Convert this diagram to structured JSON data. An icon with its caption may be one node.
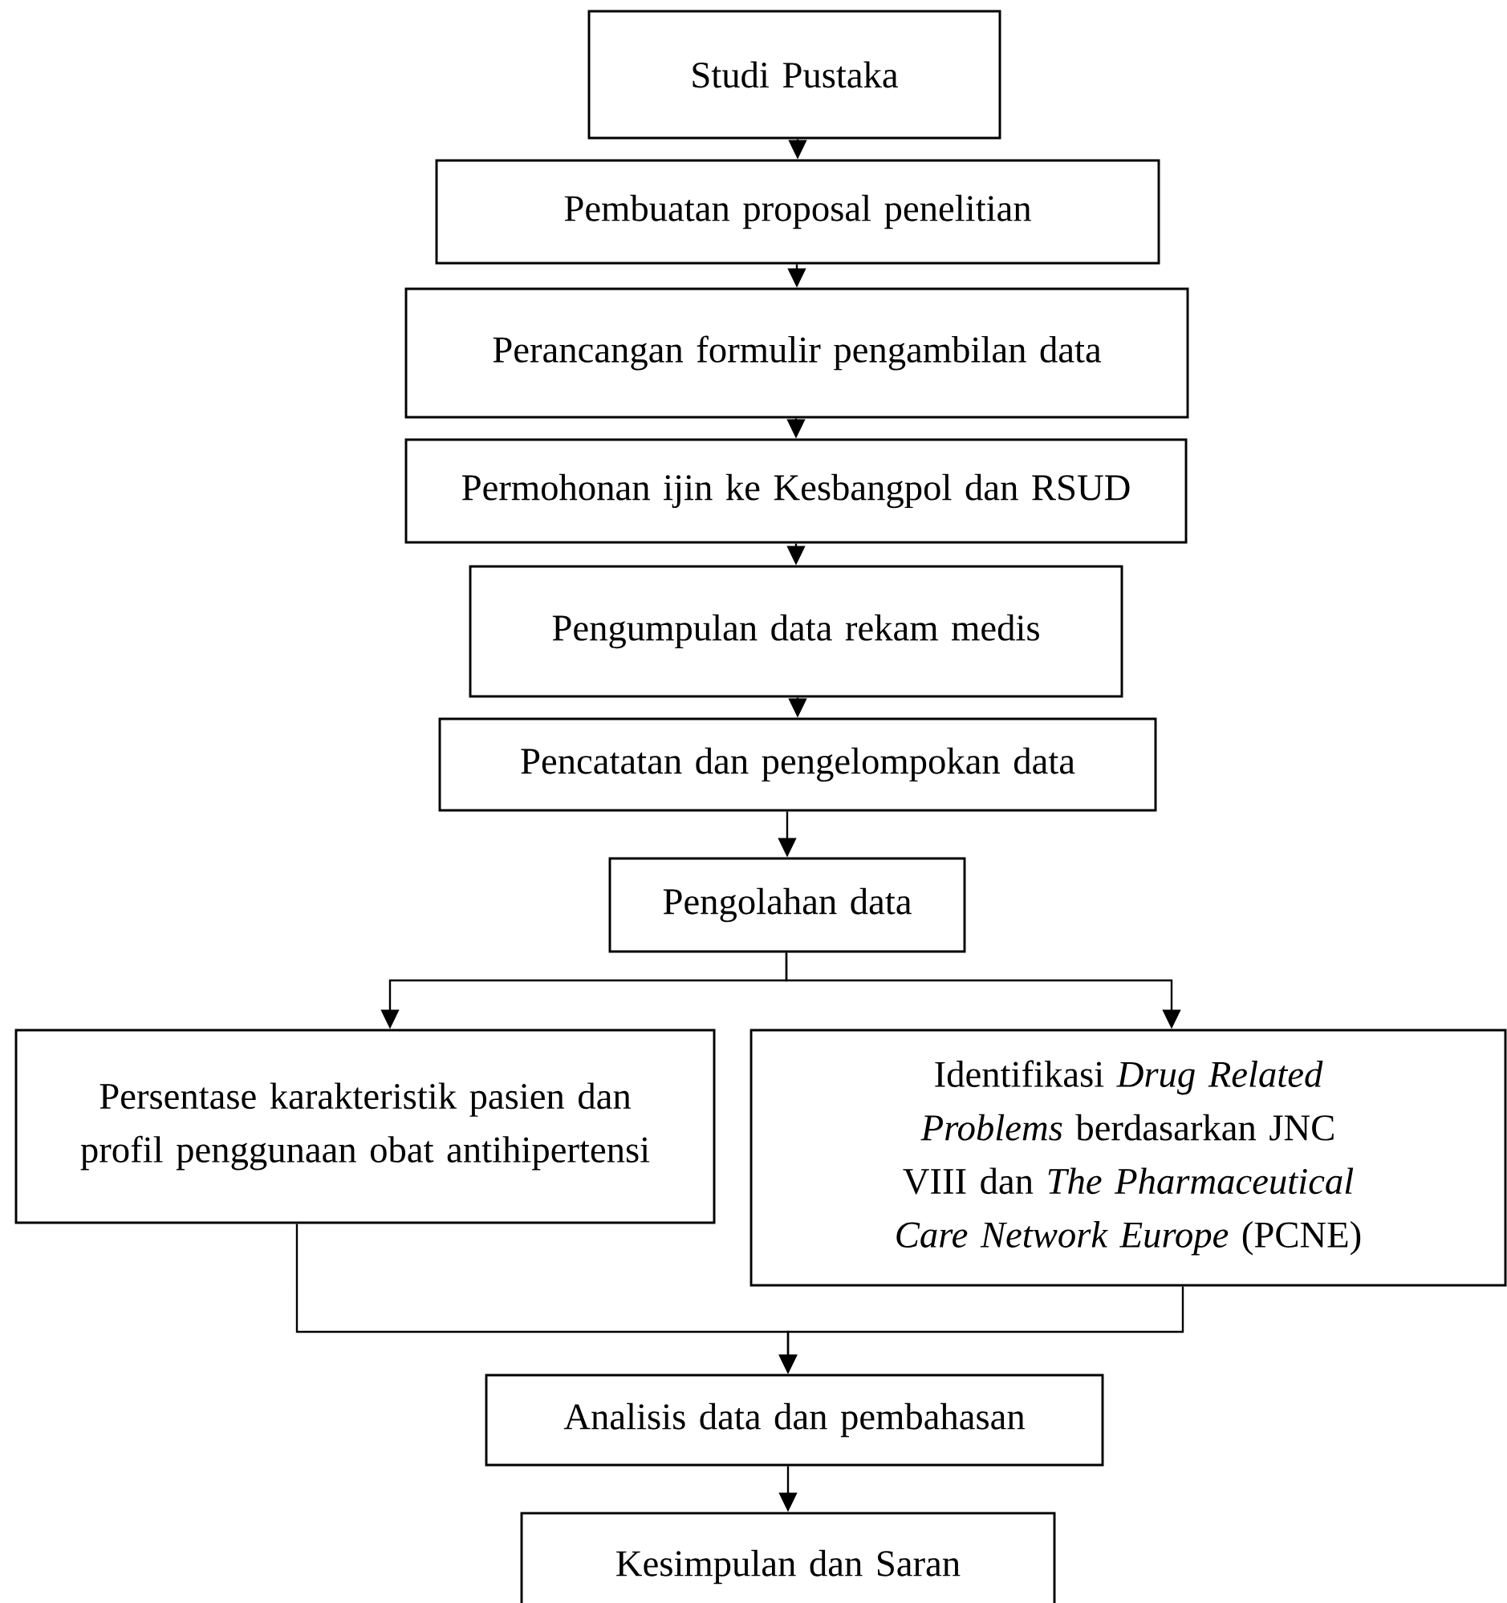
{
  "diagram": {
    "nodes": [
      {
        "text": [
          "Studi Pustaka"
        ]
      },
      {
        "text": [
          "Pembuatan proposal penelitian"
        ]
      },
      {
        "text": [
          "Perancangan formulir pengambilan data"
        ]
      },
      {
        "text": [
          "Permohonan ijin ke Kesbangpol dan RSUD"
        ]
      },
      {
        "text": [
          "Pengumpulan data rekam medis"
        ]
      },
      {
        "text": [
          "Pencatatan dan pengelompokan data"
        ]
      },
      {
        "text": [
          "Pengolahan data"
        ]
      },
      {
        "text": [
          "Persentase karakteristik pasien dan profil penggunaan obat antihipertensi"
        ]
      },
      {
        "text": [
          "Identifikasi *Drug Related Problems* berdasarkan JNC VIII dan *The Pharmaceutical Care Network Europe* (PCNE)"
        ]
      },
      {
        "text": [
          "Analisis data dan pembahasan"
        ]
      },
      {
        "text": [
          "Kesimpulan dan Saran"
        ]
      }
    ],
    "edges": [
      {
        "from": 0,
        "to": 1,
        "arrow": "to"
      },
      {
        "from": 1,
        "to": 2,
        "arrow": "to"
      },
      {
        "from": 2,
        "to": 3,
        "arrow": "to"
      },
      {
        "from": 3,
        "to": 4,
        "arrow": "to"
      },
      {
        "from": 4,
        "to": 5,
        "arrow": "to"
      },
      {
        "from": 5,
        "to": 6,
        "arrow": "to"
      },
      {
        "from": 6,
        "to": 7,
        "arrow": "to"
      },
      {
        "from": 6,
        "to": 8,
        "arrow": "to"
      },
      {
        "from": 7,
        "to": 9,
        "arrow": "to"
      },
      {
        "from": 8,
        "to": 9,
        "arrow": "to"
      },
      {
        "from": 9,
        "to": 10,
        "arrow": "to"
      }
    ]
  }
}
